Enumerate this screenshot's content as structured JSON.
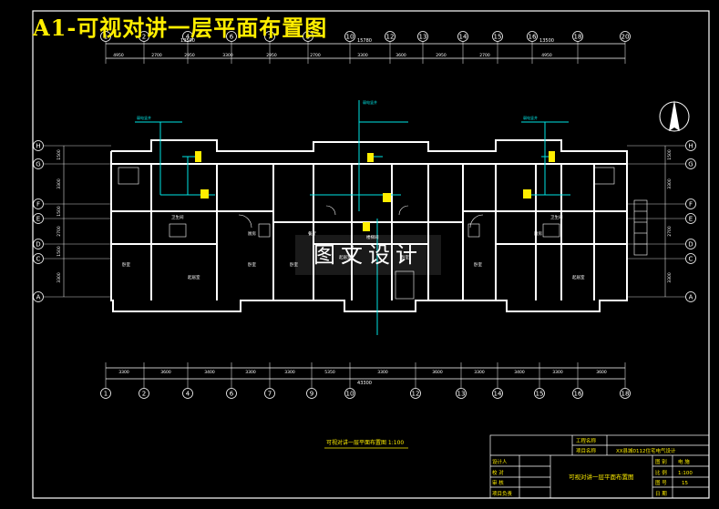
{
  "title": "A1-可视对讲一层平面布置图",
  "watermark": "图文设计",
  "colors": {
    "background": "#000000",
    "frame": "#ffffff",
    "wall": "#ffffff",
    "dimension": "#ffffff",
    "cable": "#00e5e5",
    "device": "#ffee00",
    "axis": "#ffffff",
    "title": "#ffee00"
  },
  "top_axes": [
    "1",
    "2",
    "4",
    "6",
    "7",
    "9",
    "10",
    "12",
    "13",
    "14",
    "15",
    "16",
    "18",
    "20"
  ],
  "top_totals": [
    "13500",
    "15780",
    "13500"
  ],
  "top_dims": [
    "4950",
    "2700",
    "2950",
    "3300",
    "2950",
    "2700",
    "3300",
    "3600",
    "2950",
    "2700",
    "4950"
  ],
  "bottom_axes": [
    "1",
    "2",
    "4",
    "6",
    "7",
    "9",
    "10",
    "12",
    "13",
    "14",
    "15",
    "16",
    "18"
  ],
  "bottom_dims": [
    "3300",
    "3600",
    "3400",
    "3300",
    "3300",
    "5350",
    "3300",
    "3600",
    "3300",
    "3400",
    "3300",
    "3600"
  ],
  "bottom_total": "43300",
  "left_axes": [
    "H",
    "G",
    "F",
    "E",
    "D",
    "C",
    "A"
  ],
  "left_dims": [
    "1500",
    "3300",
    "1500",
    "2700",
    "1500",
    "3300"
  ],
  "right_axes": [
    "H",
    "G",
    "F",
    "E",
    "D",
    "C",
    "A"
  ],
  "right_dims": [
    "1500",
    "3300",
    "2700",
    "3300"
  ],
  "room_labels": [
    "卧室",
    "起居室",
    "卧室",
    "卧室",
    "起居室",
    "卧室",
    "厨房",
    "卫生间",
    "餐厅",
    "楼梯间",
    "卧室",
    "厨房",
    "卫生间",
    "起居室"
  ],
  "riser_labels": [
    "弱电竖井",
    "弱电竖井",
    "弱电竖井"
  ],
  "plan_caption": "可视对讲一层平面布置图 1:100",
  "title_block": {
    "project_label": "工程名称",
    "project_value": "",
    "item_label": "项目名称",
    "item_value": "XX县城0112住宅电气设计",
    "rows": [
      {
        "label": "设计人",
        "value": ""
      },
      {
        "label": "校 对",
        "value": ""
      },
      {
        "label": "审 核",
        "value": ""
      },
      {
        "label": "项目负责",
        "value": ""
      }
    ],
    "drawing_name": "可视对讲一层平面布置图",
    "meta": [
      {
        "label": "图 别",
        "value": "电 施"
      },
      {
        "label": "比 例",
        "value": "1:100"
      },
      {
        "label": "图 号",
        "value": "15"
      },
      {
        "label": "日 期",
        "value": ""
      }
    ]
  }
}
